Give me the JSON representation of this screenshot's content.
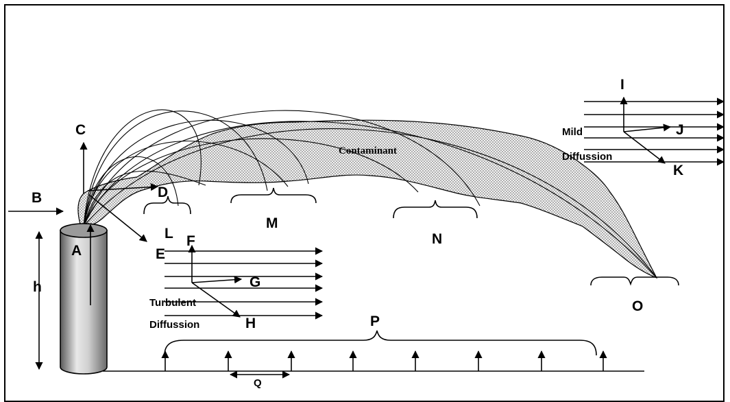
{
  "labels": {
    "A": "A",
    "B": "B",
    "C": "C",
    "D": "D",
    "E": "E",
    "F": "F",
    "G": "G",
    "H": "H",
    "I": "I",
    "J": "J",
    "K": "K",
    "L": "L",
    "M": "M",
    "N": "N",
    "O": "O",
    "P": "P",
    "Q": "Q",
    "h": "h"
  },
  "plume_label": "Contaminant",
  "turbulent": {
    "line1": "Turbulent",
    "line2": "Diffussion"
  },
  "mild": {
    "line1": "Mild",
    "line2": "Diffussion"
  }
}
